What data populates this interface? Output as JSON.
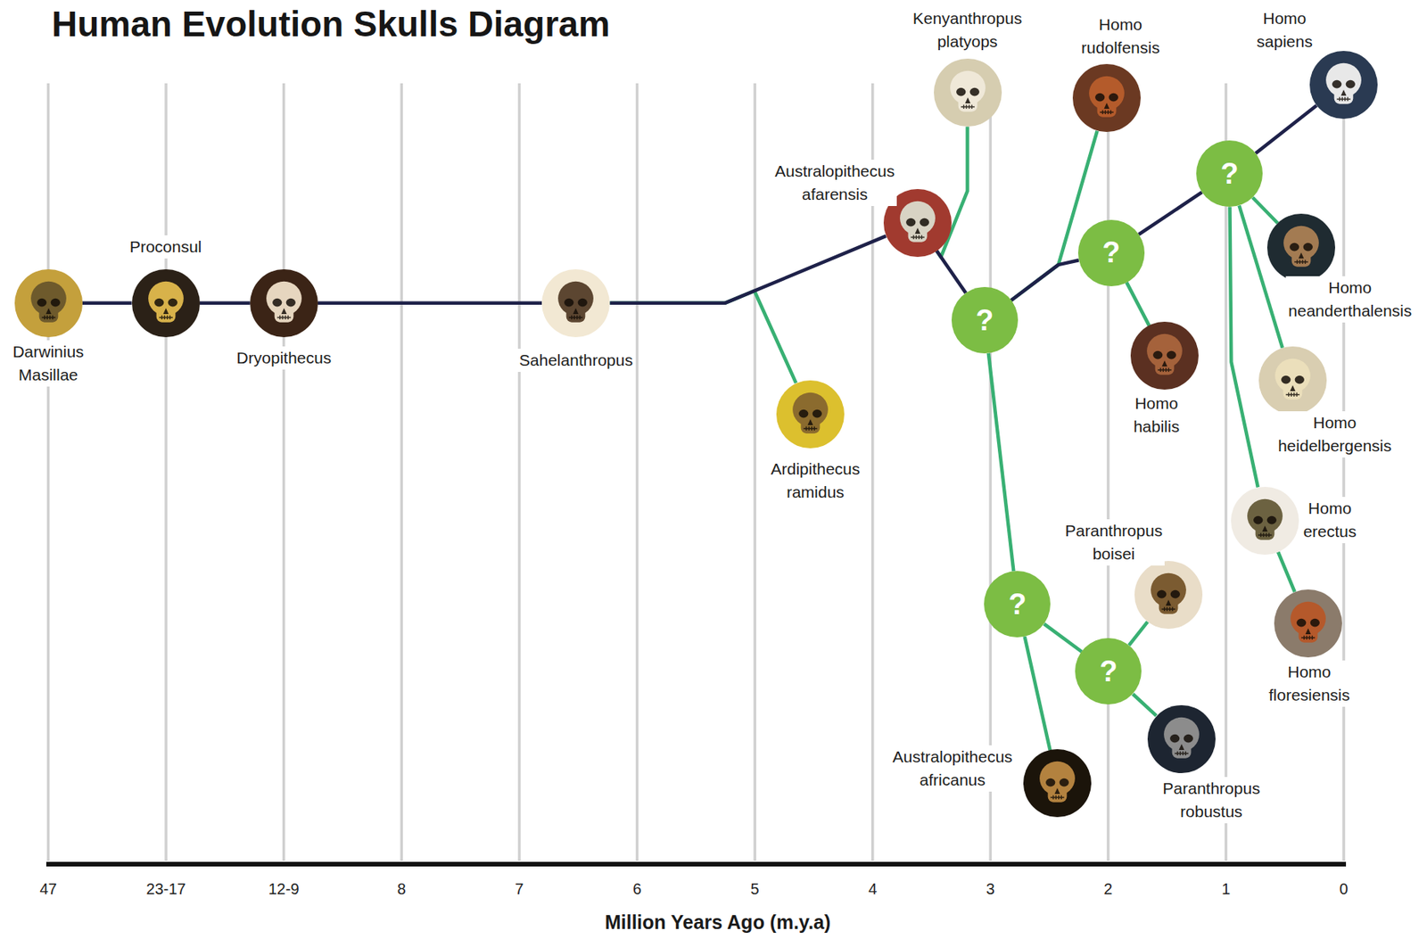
{
  "diagram": {
    "title": "Human Evolution Skulls Diagram",
    "nodes": [
      {
        "text": [
          "Darwinius Masillae"
        ]
      },
      {
        "text": [
          "Proconsul"
        ]
      },
      {
        "text": [
          "Dryopithecus"
        ]
      },
      {
        "text": [
          "Sahelanthropus"
        ]
      },
      {
        "text": [
          "Ardipithecus ramidus"
        ]
      },
      {
        "text": [
          "Australopithecus afarensis"
        ]
      },
      {
        "text": [
          "Kenyanthropus platyops"
        ]
      },
      {
        "text": [
          "?"
        ]
      },
      {
        "text": [
          "?"
        ]
      },
      {
        "text": [
          "Australopithecus africanus"
        ]
      },
      {
        "text": [
          "Homo rudolfensis"
        ]
      },
      {
        "text": [
          "?"
        ]
      },
      {
        "text": [
          "Homo habilis"
        ]
      },
      {
        "text": [
          "?"
        ]
      },
      {
        "text": [
          "Paranthropus boisei"
        ]
      },
      {
        "text": [
          "Paranthropus robustus"
        ]
      },
      {
        "text": [
          "?"
        ]
      },
      {
        "text": [
          "Homo sapiens"
        ]
      },
      {
        "text": [
          "Homo neanderthalensis"
        ]
      },
      {
        "text": [
          "Homo heidelbergensis"
        ]
      },
      {
        "text": [
          "Homo erectus"
        ]
      },
      {
        "text": [
          "Homo floresiensis"
        ]
      }
    ],
    "edges": [
      {
        "from": 0,
        "to": 1,
        "arrow": "none"
      },
      {
        "from": 1,
        "to": 2,
        "arrow": "none"
      },
      {
        "from": 2,
        "to": 3,
        "arrow": "none"
      },
      {
        "from": 3,
        "to": 5,
        "arrow": "none"
      },
      {
        "from": 3,
        "to": 4,
        "arrow": "none"
      },
      {
        "from": 5,
        "to": 7,
        "arrow": "none"
      },
      {
        "from": 5,
        "to": 6,
        "arrow": "none"
      },
      {
        "from": 7,
        "to": 11,
        "arrow": "none"
      },
      {
        "from": 7,
        "to": 10,
        "arrow": "none"
      },
      {
        "from": 11,
        "to": 12,
        "arrow": "none"
      },
      {
        "from": 11,
        "to": 16,
        "arrow": "none"
      },
      {
        "from": 16,
        "to": 17,
        "arrow": "none"
      },
      {
        "from": 16,
        "to": 18,
        "arrow": "none"
      },
      {
        "from": 16,
        "to": 19,
        "arrow": "none"
      },
      {
        "from": 16,
        "to": 20,
        "arrow": "none"
      },
      {
        "from": 20,
        "to": 21,
        "arrow": "none"
      },
      {
        "from": 7,
        "to": 8,
        "arrow": "none"
      },
      {
        "from": 8,
        "to": 9,
        "arrow": "none"
      },
      {
        "from": 8,
        "to": 13,
        "arrow": "none"
      },
      {
        "from": 13,
        "to": 14,
        "arrow": "none"
      },
      {
        "from": 13,
        "to": 15,
        "arrow": "none"
      }
    ],
    "labels": [
      "47",
      "23-17",
      "12-9",
      "8",
      "7",
      "6",
      "5",
      "4",
      "3",
      "2",
      "1",
      "0",
      "Million Years Ago (m.y.a)"
    ]
  }
}
